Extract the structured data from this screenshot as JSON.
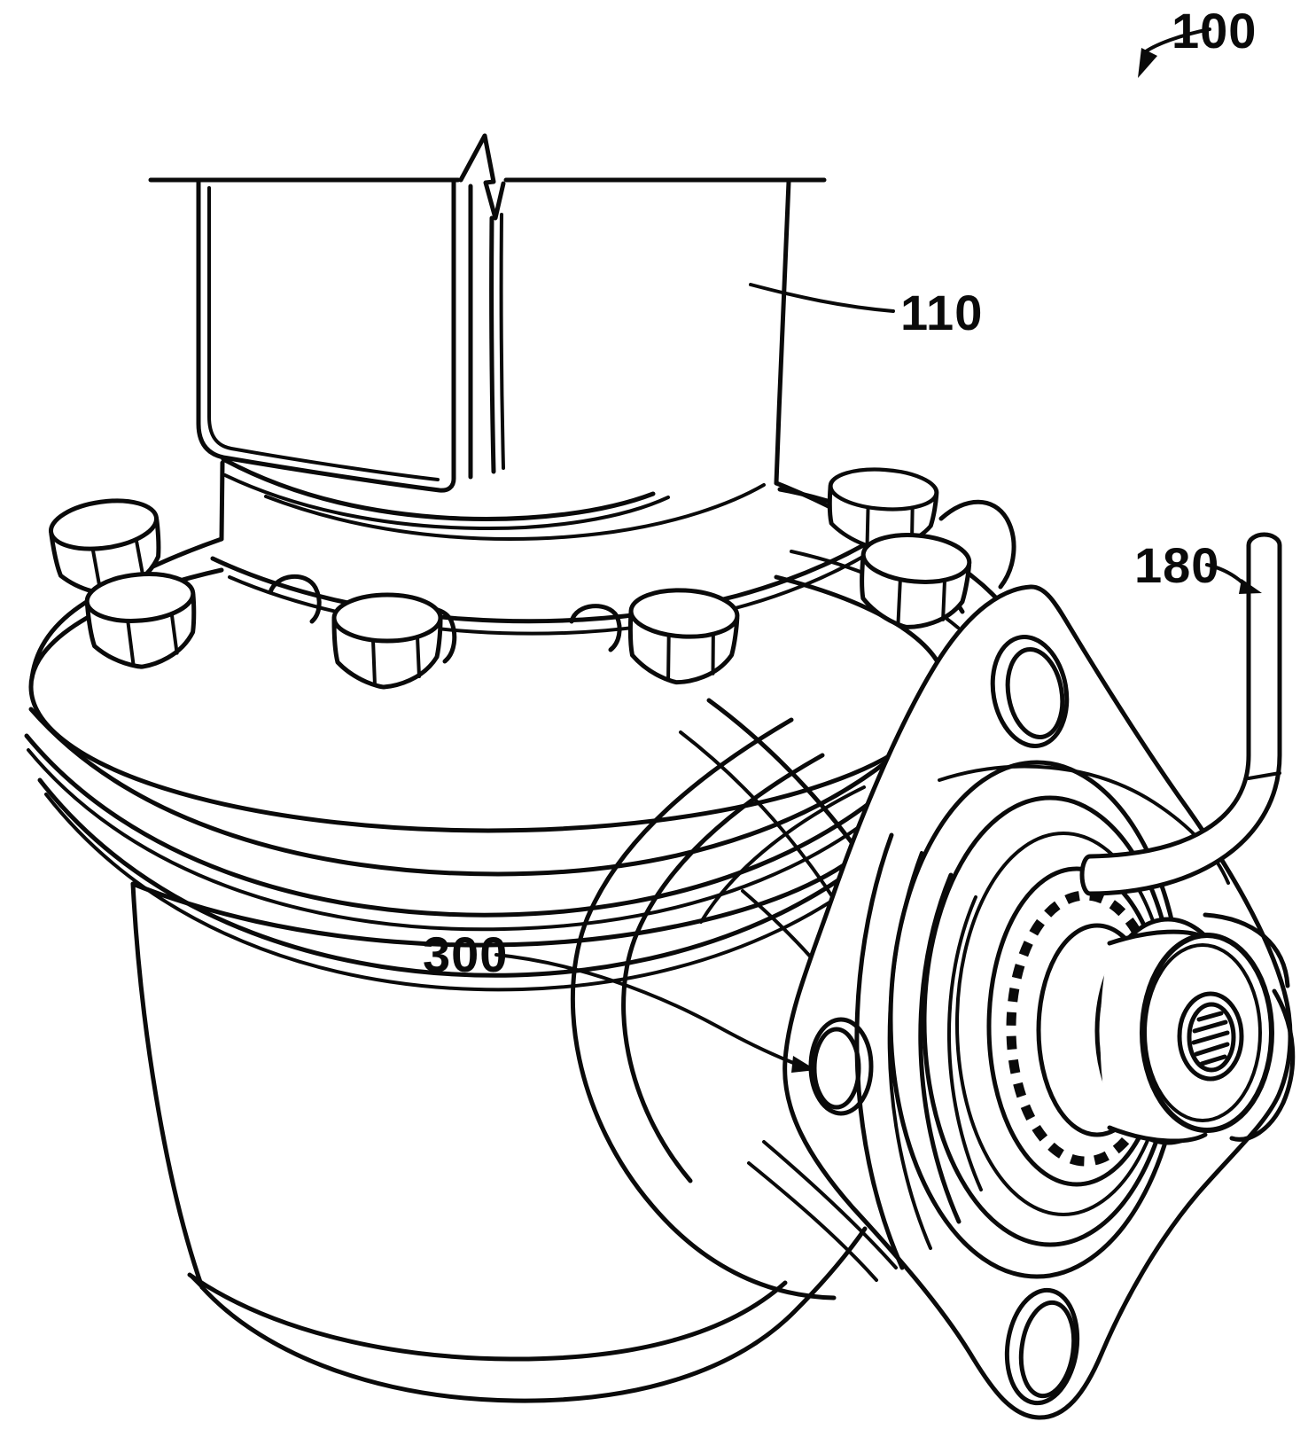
{
  "figure": {
    "kind": "patent-line-drawing",
    "background_color": "#ffffff",
    "line_color": "#0a0a0a",
    "reference_labels": {
      "assembly": "100",
      "upper_cylinder": "110",
      "tube": "180",
      "mount_hole": "300"
    }
  }
}
